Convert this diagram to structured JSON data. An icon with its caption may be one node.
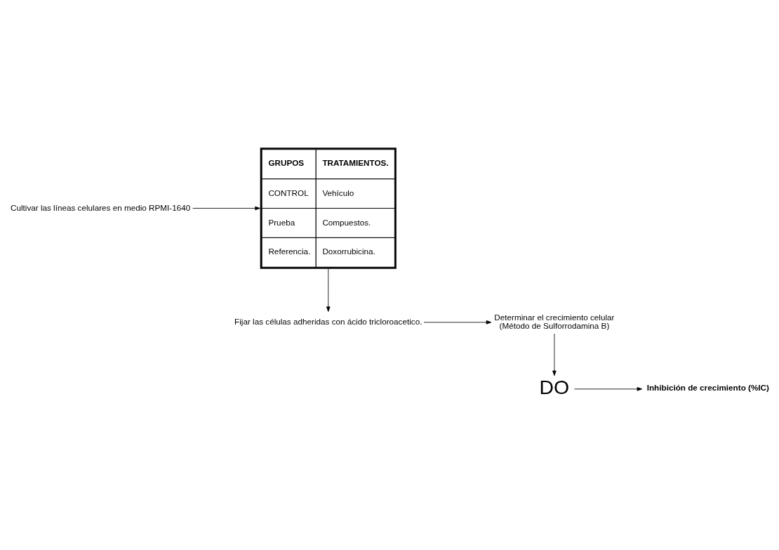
{
  "diagram": {
    "nodes": [
      {
        "text": [
          "Cultivar las líneas celulares en medio RPMI-1640"
        ]
      },
      {
        "text": [
          "GRUPOS",
          "TRATAMIENTOS.",
          "CONTROL",
          "Vehículo",
          "Prueba",
          "Compuestos.",
          "Referencia.",
          "Doxorrubicina."
        ]
      },
      {
        "text": [
          "Fijar las células adheridas con ácido tricloroacetico."
        ]
      },
      {
        "text": [
          "Determinar el crecimiento celular",
          "(Método de Sulforrodamina B)"
        ]
      },
      {
        "text": [
          "DO"
        ]
      },
      {
        "text": [
          "Inhibición de crecimiento (%IC)"
        ]
      }
    ],
    "edges": [
      {
        "from": 0,
        "to": 1,
        "arrow": "to"
      },
      {
        "from": 1,
        "to": 2,
        "arrow": "to"
      },
      {
        "from": 2,
        "to": 3,
        "arrow": "to"
      },
      {
        "from": 3,
        "to": 4,
        "arrow": "to"
      },
      {
        "from": 4,
        "to": 5,
        "arrow": "to"
      }
    ]
  }
}
